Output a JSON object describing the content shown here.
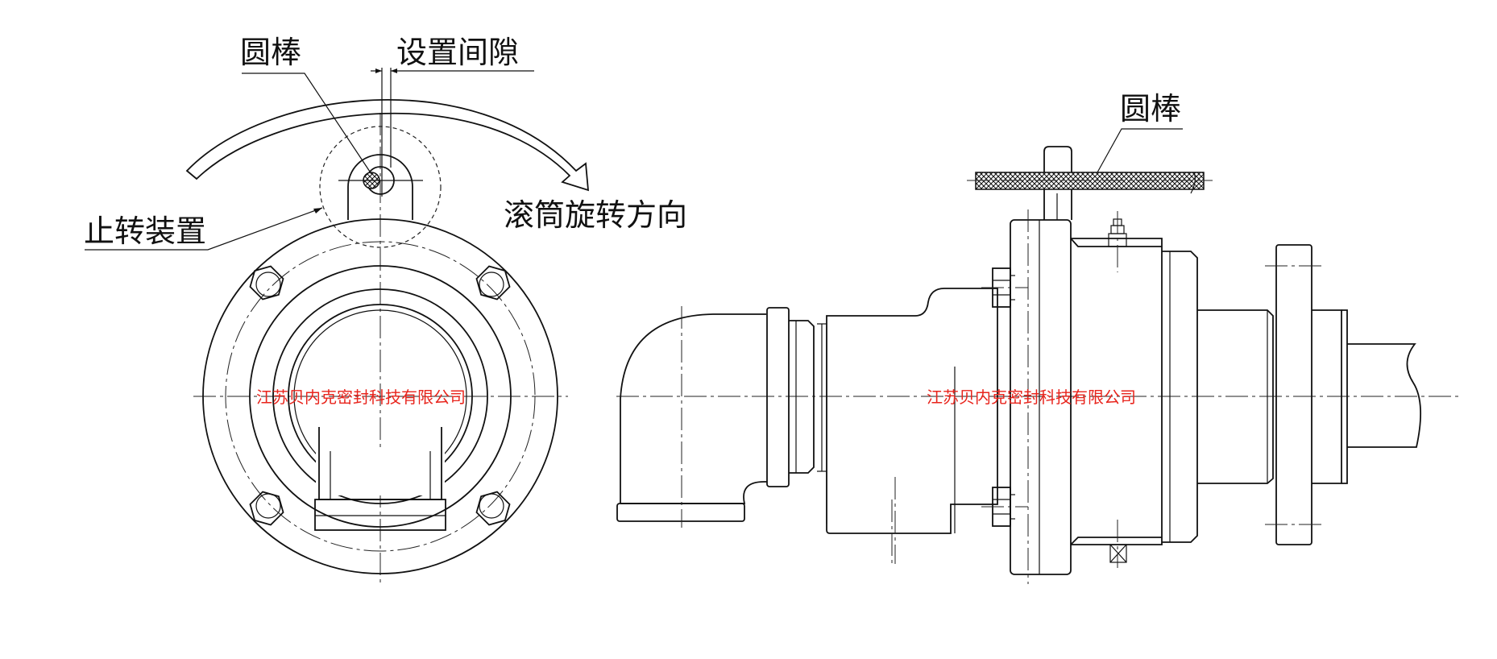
{
  "labels": {
    "round_bar_left": "圆棒",
    "clearance": "设置间隙",
    "anti_rotation": "止转装置",
    "drum_rotation": "滚筒旋转方向",
    "round_bar_right": "圆棒"
  },
  "watermarks": {
    "left": "江苏贝内克密封科技有限公司",
    "right": "江苏贝内克密封科技有限公司"
  },
  "colors": {
    "line": "#111111",
    "watermark": "#e8241c"
  }
}
